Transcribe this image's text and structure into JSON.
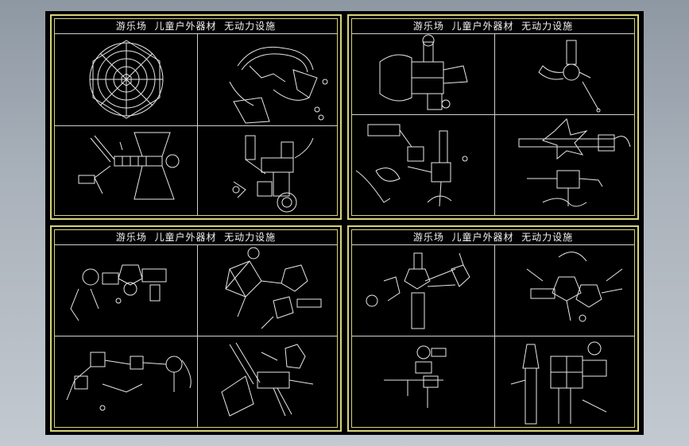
{
  "sheet_title": "游乐场  儿童户外器材  无动力设施",
  "panels": [
    {
      "title": "游乐场  儿童户外器材  无动力设施"
    },
    {
      "title": "游乐场  儿童户外器材  无动力设施"
    },
    {
      "title": "游乐场  儿童户外器材  无动力设施"
    },
    {
      "title": "游乐场  儿童户外器材  无动力设施"
    }
  ],
  "colors": {
    "background_gradient_top": "#8e98a3",
    "sheet": "#000000",
    "frame_border": "#d8d47a",
    "linework": "#e8e8e8"
  }
}
